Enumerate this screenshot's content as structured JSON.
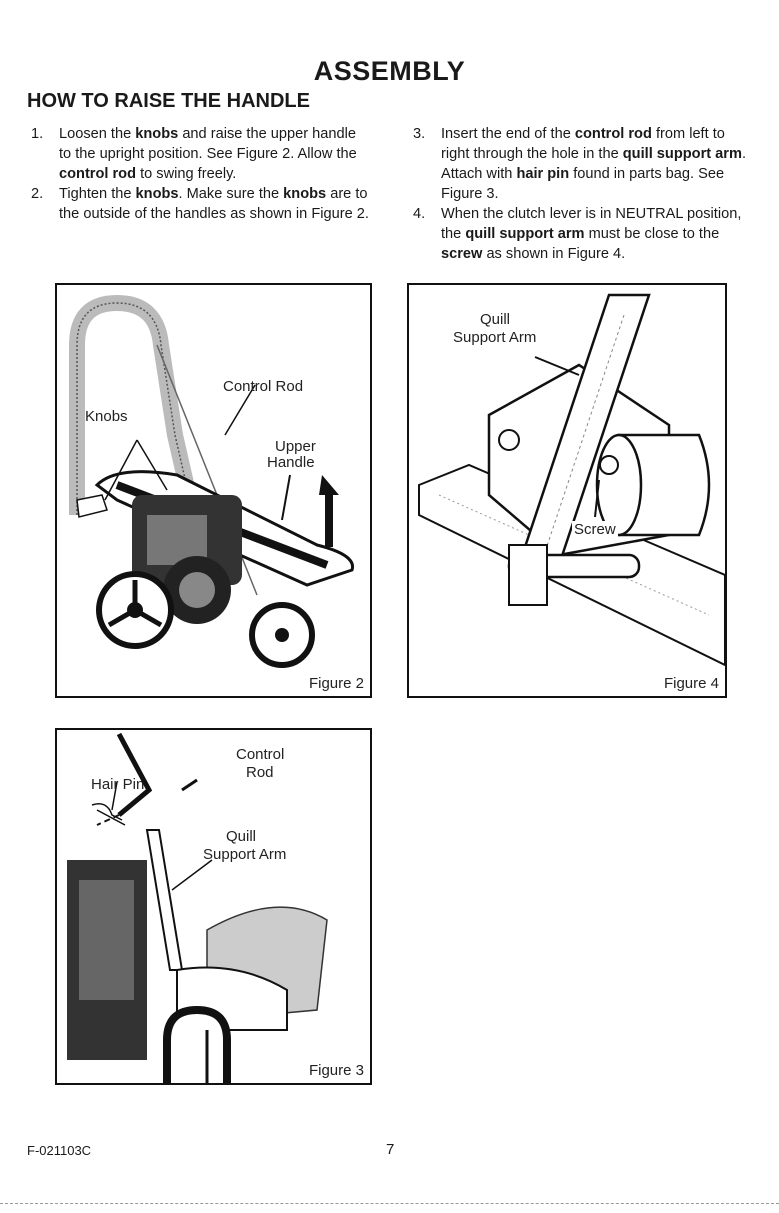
{
  "header": {
    "title": "ASSEMBLY",
    "subtitle": "HOW TO RAISE THE HANDLE"
  },
  "steps_left": [
    {
      "num": "1.",
      "parts": [
        {
          "t": "Loosen the "
        },
        {
          "t": "knobs",
          "b": true
        },
        {
          "t": " and raise the upper handle to the upright position. See Figure 2. Allow the "
        },
        {
          "t": "control rod",
          "b": true
        },
        {
          "t": " to swing freely."
        }
      ]
    },
    {
      "num": "2.",
      "parts": [
        {
          "t": "Tighten the "
        },
        {
          "t": "knobs",
          "b": true
        },
        {
          "t": ". Make sure the "
        },
        {
          "t": "knobs",
          "b": true
        },
        {
          "t": " are to the outside of the handles as shown in Figure 2."
        }
      ]
    }
  ],
  "steps_right": [
    {
      "num": "3.",
      "parts": [
        {
          "t": "Insert the end of the "
        },
        {
          "t": "control rod",
          "b": true
        },
        {
          "t": " from left to right through the hole in the "
        },
        {
          "t": "quill support arm",
          "b": true
        },
        {
          "t": ". Attach with "
        },
        {
          "t": "hair pin",
          "b": true
        },
        {
          "t": " found in parts bag. See Figure 3."
        }
      ]
    },
    {
      "num": "4.",
      "parts": [
        {
          "t": "When the clutch lever is in NEUTRAL position, the "
        },
        {
          "t": "quill support arm",
          "b": true
        },
        {
          "t": " must be close to the "
        },
        {
          "t": "screw",
          "b": true
        },
        {
          "t": " as shown in Figure 4."
        }
      ]
    }
  ],
  "fig2": {
    "caption": "Figure 2",
    "label_control_rod": "Control Rod",
    "label_knobs": "Knobs",
    "label_upper": "Upper",
    "label_handle": "Handle"
  },
  "fig4": {
    "caption": "Figure 4",
    "label_quill": "Quill",
    "label_support_arm": "Support Arm",
    "label_screw": "Screw"
  },
  "fig3": {
    "caption": "Figure 3",
    "label_control": "Control",
    "label_rod": "Rod",
    "label_hair_pin": "Hair Pin",
    "label_quill": "Quill",
    "label_support_arm": "Support Arm"
  },
  "footer": {
    "code": "F-021103C",
    "page": "7"
  }
}
